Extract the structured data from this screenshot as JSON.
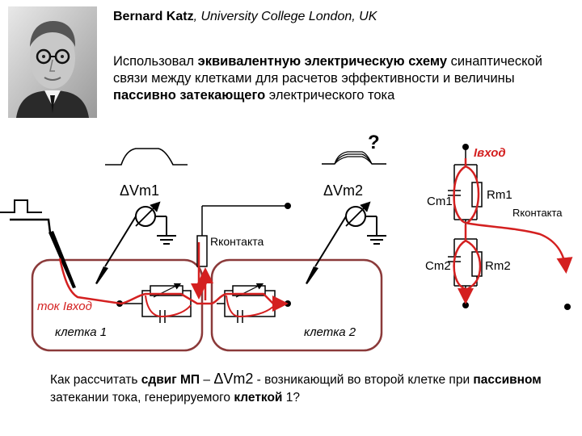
{
  "header": {
    "name": "Bernard Katz",
    "affiliation": ", University College London, UK"
  },
  "intro": {
    "t1": "Использовал ",
    "b1": "эквивалентную электрическую схему",
    "t2": " синаптической связи между клетками для расчетов эффективности и величины ",
    "b2": "пассивно затекающего",
    "t3": " электрического тока"
  },
  "diagram": {
    "question_mark": "?",
    "delta_vm1": "ΔVm1",
    "delta_vm2": "ΔVm2",
    "r_contact_main": "Rконтакта",
    "tok_label": "ток Iвход",
    "cell1": "клетка 1",
    "cell2": "клетка 2",
    "i_input": "Iвход",
    "cm1": "Cm1",
    "rm1": "Rm1",
    "r_contact_right": "Rконтакта",
    "cm2": "Cm2",
    "rm2": "Rm2"
  },
  "question": {
    "t1": "Как рассчитать ",
    "b1": "сдвиг МП",
    "t2": " – ",
    "delta": "ΔVm2",
    "t3": " - возникающий во второй клетке при ",
    "b2": "пассивном",
    "t4": " затекании тока, генерируемого ",
    "b3": "клеткой",
    "t5": " 1?"
  },
  "colors": {
    "current_path": "#d42020",
    "cell_outline": "#8b3a3a",
    "wire": "#000000"
  }
}
